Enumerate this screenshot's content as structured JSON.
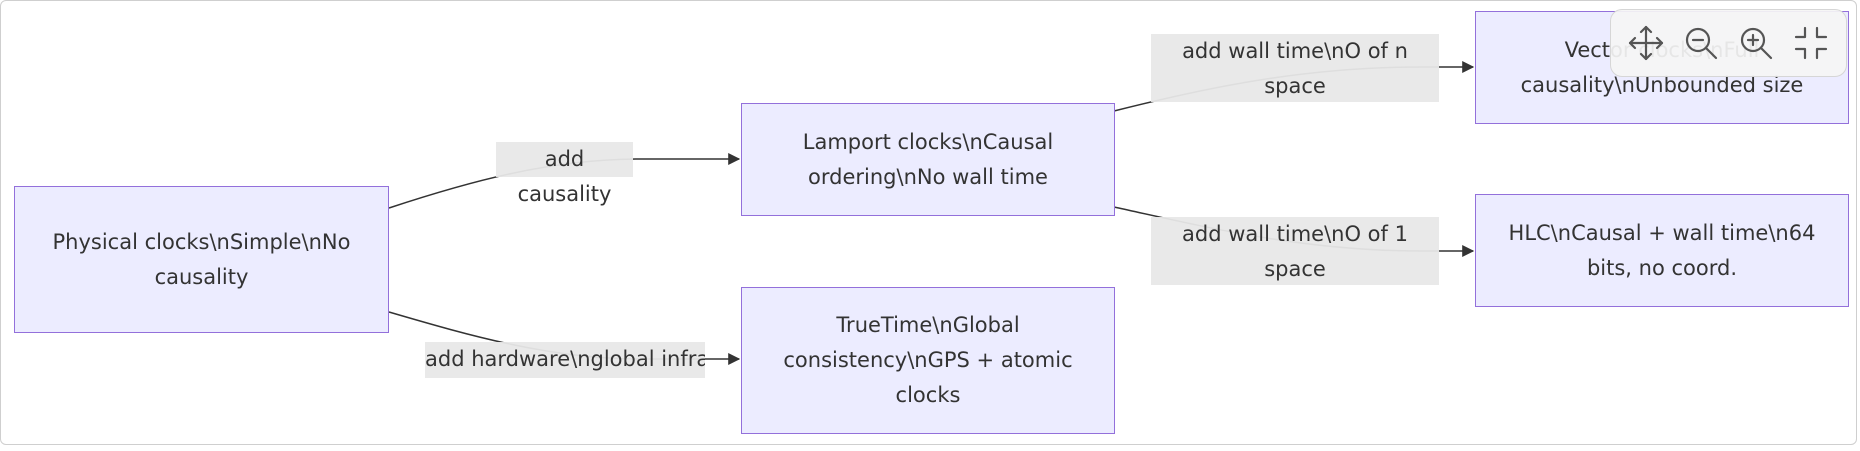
{
  "nodes": {
    "physical": "Physical clocks\\nSimple\\nNo causality",
    "lamport": "Lamport clocks\\nCausal ordering\\nNo wall time",
    "truetime": "TrueTime\\nGlobal consistency\\nGPS + atomic clocks",
    "vector": "Vector clocks\\nFull causality\\nUnbounded size",
    "hlc": "HLC\\nCausal + wall time\\n64 bits, no coord."
  },
  "edges": {
    "physical_lamport": "add causality",
    "physical_truetime": "add hardware\\nglobal infra",
    "lamport_vector": "add wall time\\nO of n space",
    "lamport_hlc": "add wall time\\nO of 1 space"
  },
  "colors": {
    "node_fill": "#ececff",
    "node_border": "#9370db",
    "edge": "#333333",
    "label_bg": "#e8e8e8"
  },
  "toolbar": {
    "icons": [
      "move-icon",
      "zoom-out-icon",
      "zoom-in-icon",
      "collapse-icon"
    ]
  }
}
